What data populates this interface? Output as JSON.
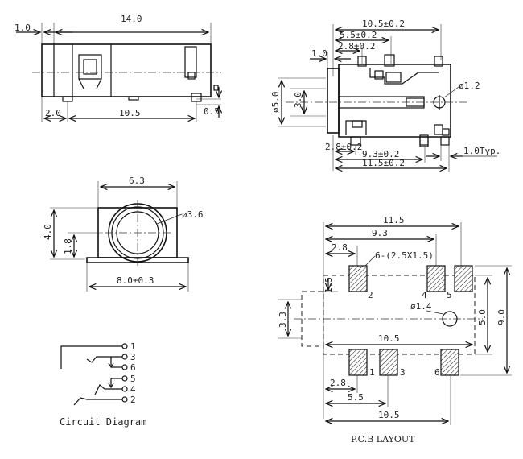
{
  "top_left_view": {
    "dim_overall": "14.0",
    "dim_flange": "1.0",
    "dim_left": "2.0",
    "dim_body": "10.5",
    "dim_pin": "0.5"
  },
  "top_right_view": {
    "dim_overall_105": "10.5±0.2",
    "dim_55": "5.5±0.2",
    "dim_28_top": "2.8±0.2",
    "dim_10": "1.0",
    "dim_phi50": "ø5.0",
    "dim_30": "3.0",
    "dim_phi12": "ø1.2",
    "dim_28_bottom": "2.8±0.2",
    "dim_93": "9.3±0.2",
    "dim_115": "11.5±0.2",
    "dim_typ": "1.0Typ."
  },
  "front_view": {
    "dim_width": "6.3",
    "dim_phi36": "ø3.6",
    "dim_height": "4.0",
    "dim_center": "1.8",
    "dim_base": "8.0±0.3"
  },
  "pcb_layout": {
    "dim_115": "11.5",
    "dim_93": "9.3",
    "dim_28_top": "2.8",
    "pad_note": "6-(2.5X1.5)",
    "dim_15": "1.5",
    "dim_33": "3.3",
    "dim_phi14": "ø1.4",
    "dim_105_mid": "10.5",
    "dim_50": "5.0",
    "dim_90": "9.0",
    "dim_28_bottom": "2.8",
    "dim_55": "5.5",
    "dim_105_bottom": "10.5",
    "pad_labels": [
      "1",
      "2",
      "3",
      "4",
      "5",
      "6"
    ],
    "caption": "P.C.B LAYOUT"
  },
  "circuit": {
    "pins": [
      "1",
      "3",
      "6",
      "5",
      "4",
      "2"
    ],
    "caption": "Circuit Diagram"
  }
}
